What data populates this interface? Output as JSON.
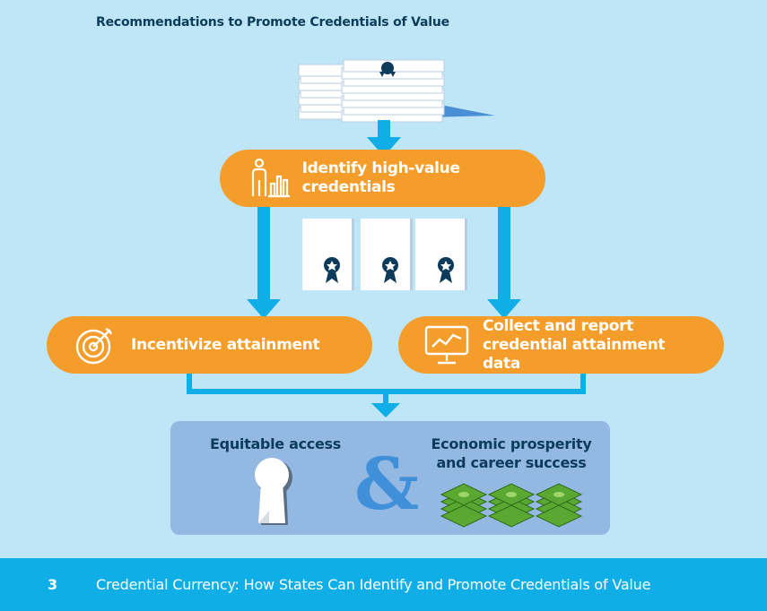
{
  "header": {
    "title": "Recommendations to Promote Credentials of Value"
  },
  "steps": {
    "identify": "Identify high-value credentials",
    "incentivize": "Incentivize attainment",
    "collect": "Collect and report credential attainment data"
  },
  "outcomes": {
    "equitable": "Equitable access",
    "ampersand": "&",
    "economic": "Economic prosperity and career success"
  },
  "footer": {
    "page_number": "3",
    "text": "Credential Currency: How States Can Identify and Promote Credentials of Value"
  },
  "colors": {
    "background": "#bfe6f7",
    "pill": "#f59d2a",
    "arrow": "#10aee6",
    "outcome_box": "#93b9e3",
    "navy": "#0d3b5c",
    "footer": "#10aee6"
  },
  "icons": [
    "document-stack-icon",
    "person-chart-icon",
    "certificate-icon",
    "target-icon",
    "monitor-chart-icon",
    "keyhole-icon",
    "money-stack-icon"
  ]
}
